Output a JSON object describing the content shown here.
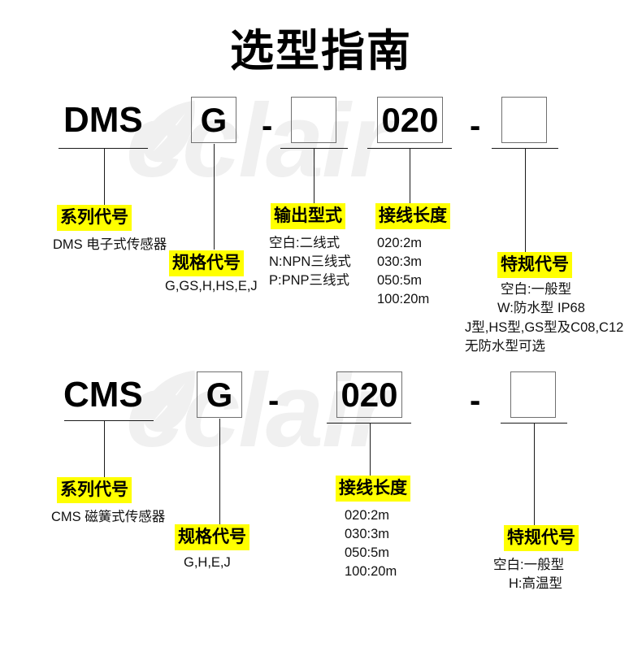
{
  "page": {
    "title": "选型指南",
    "watermark": "cclair",
    "background": "#ffffff",
    "highlight_color": "#ffff00",
    "text_color": "#000000"
  },
  "rows": [
    {
      "id": "dms",
      "code_parts": [
        {
          "kind": "text",
          "value": "DMS"
        },
        {
          "kind": "box",
          "value": "G"
        },
        {
          "kind": "dash",
          "value": "-"
        },
        {
          "kind": "box",
          "value": ""
        },
        {
          "kind": "box",
          "value": "020"
        },
        {
          "kind": "dash",
          "value": "-"
        },
        {
          "kind": "box",
          "value": ""
        }
      ],
      "callouts": [
        {
          "id": "series",
          "label": "系列代号",
          "lines": [
            "DMS 电子式传感器"
          ]
        },
        {
          "id": "spec",
          "label": "规格代号",
          "lines": [
            "G,GS,H,HS,E,J"
          ]
        },
        {
          "id": "output",
          "label": "输出型式",
          "lines": [
            "空白:二线式",
            "N:NPN三线式",
            "P:PNP三线式"
          ]
        },
        {
          "id": "cable-length",
          "label": "接线长度",
          "lines": [
            "020:2m",
            "030:3m",
            "050:5m",
            "100:20m"
          ]
        },
        {
          "id": "special",
          "label": "特规代号",
          "lines": [
            "空白:一般型",
            "W:防水型 IP68",
            "J型,HS型,GS型及C08,C12",
            "无防水型可选"
          ]
        }
      ]
    },
    {
      "id": "cms",
      "code_parts": [
        {
          "kind": "text",
          "value": "CMS"
        },
        {
          "kind": "box",
          "value": "G"
        },
        {
          "kind": "dash",
          "value": "-"
        },
        {
          "kind": "box",
          "value": "020"
        },
        {
          "kind": "dash",
          "value": "-"
        },
        {
          "kind": "box",
          "value": ""
        }
      ],
      "callouts": [
        {
          "id": "series",
          "label": "系列代号",
          "lines": [
            "CMS 磁簧式传感器"
          ]
        },
        {
          "id": "spec",
          "label": "规格代号",
          "lines": [
            "G,H,E,J"
          ]
        },
        {
          "id": "cable-length",
          "label": "接线长度",
          "lines": [
            "020:2m",
            "030:3m",
            "050:5m",
            "100:20m"
          ]
        },
        {
          "id": "special",
          "label": "特规代号",
          "lines": [
            "空白:一般型",
            "H:高温型"
          ]
        }
      ]
    }
  ]
}
